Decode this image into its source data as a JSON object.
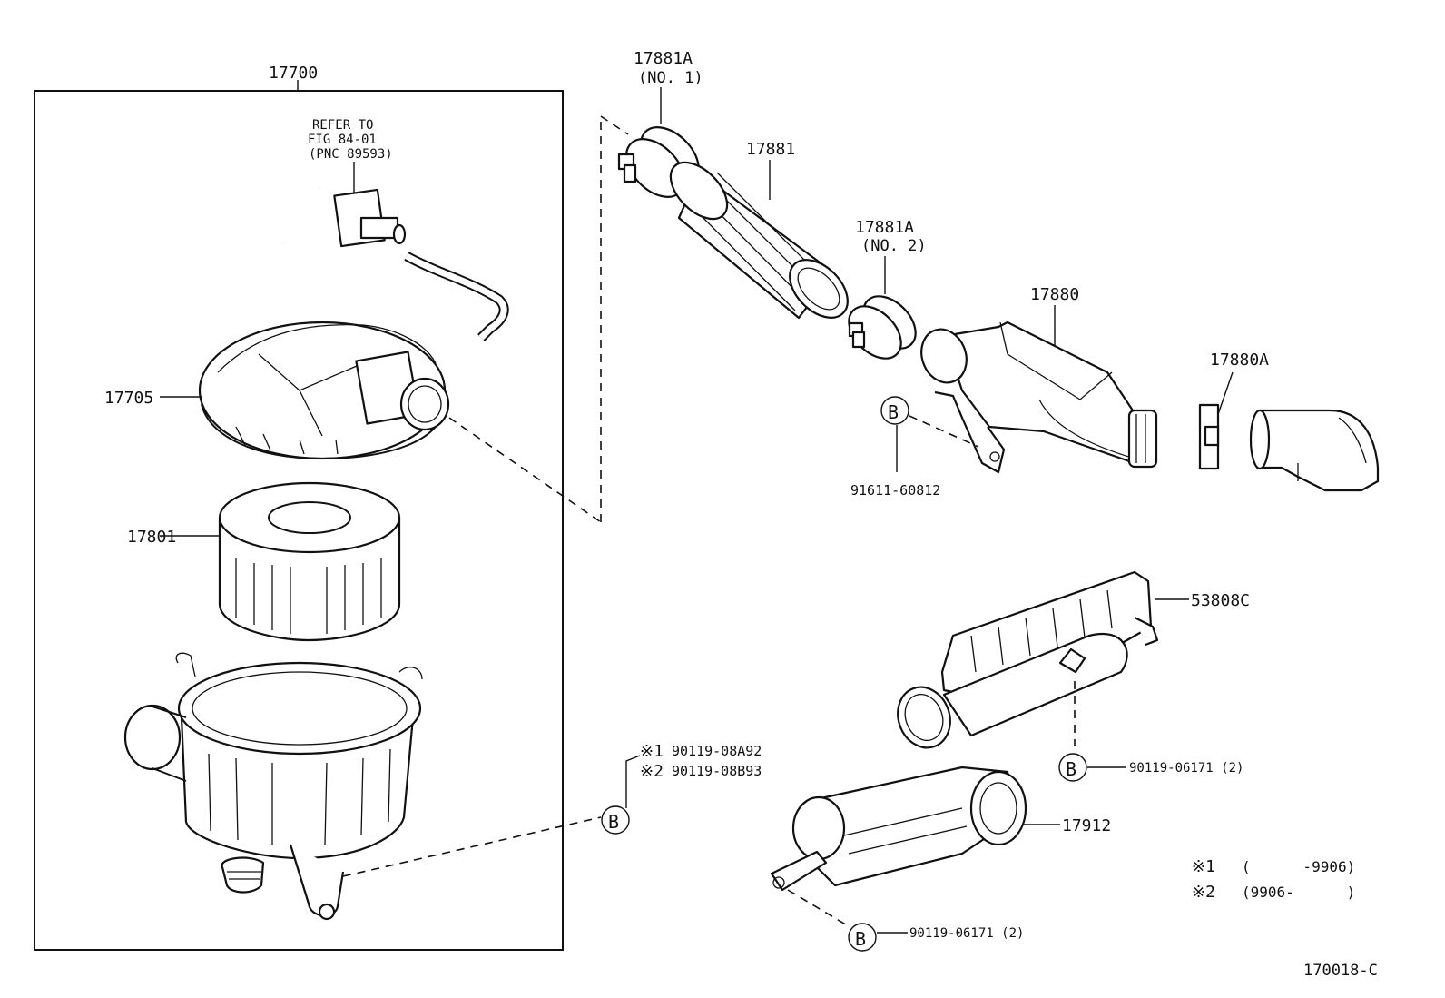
{
  "diagram_ref": "170018-C",
  "box_label": "17700",
  "parts": {
    "p17705": "17705",
    "p17801": "17801",
    "p17881A_1": "17881A",
    "p17881A_1_sub": "(NO. 1)",
    "p17881": "17881",
    "p17881A_2": "17881A",
    "p17881A_2_sub": "(NO. 2)",
    "p17880": "17880",
    "p17880A": "17880A",
    "p91611": "91611-60812",
    "p53808C": "53808C",
    "p17912": "17912",
    "bolt_b1": "90119-06171 (2)",
    "bolt_b2": "90119-06171 (2)",
    "bolt_n1": "90119-08A92",
    "bolt_n2": "90119-08B93"
  },
  "refer": {
    "line1": "REFER TO",
    "line2": "FIG 84-01",
    "line3": "(PNC 89593)"
  },
  "callout_letter": "B",
  "marks": {
    "m1": "※1",
    "m2": "※2"
  },
  "legend": {
    "l1_mark": "※1",
    "l1_text": "(      -9906)",
    "l2_mark": "※2",
    "l2_text": "(9906-      )"
  }
}
